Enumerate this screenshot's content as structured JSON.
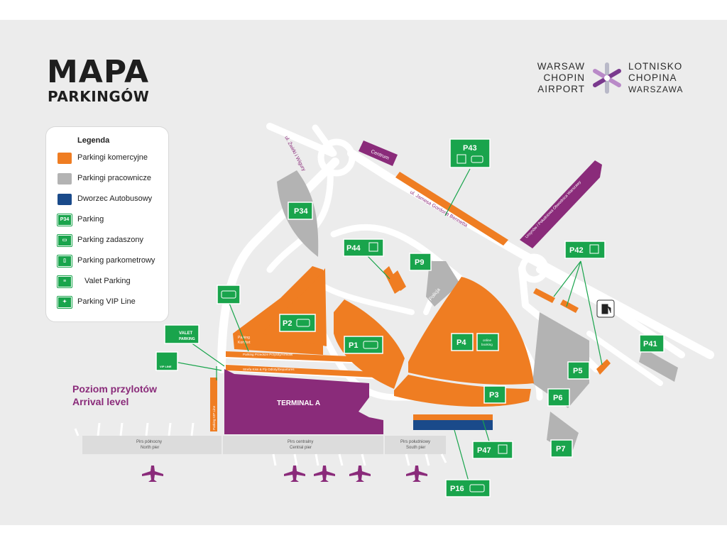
{
  "title": {
    "main": "MAPA",
    "sub": "PARKINGÓW"
  },
  "logo": {
    "en_line1": "WARSAW",
    "en_line2": "CHOPIN",
    "en_line3": "AIRPORT",
    "pl_line1": "LOTNISKO",
    "pl_line2": "CHOPINA",
    "pl_line3": "WARSZAWA"
  },
  "legend": {
    "title": "Legenda",
    "items": [
      {
        "label": "Parkingi komercyjne",
        "color": "#ef7d22"
      },
      {
        "label": "Parkingi pracownicze",
        "color": "#b3b3b3"
      },
      {
        "label": "Dworzec Autobusowy",
        "color": "#1a4a8a"
      },
      {
        "label": "Parking",
        "icon": "P34"
      },
      {
        "label": "Parking zadaszony",
        "icon": "covered-parking-icon"
      },
      {
        "label": "Parking parkometrowy",
        "icon": "parking-meter-icon"
      },
      {
        "label": "Valet Parking",
        "icon": "valet-parking-icon"
      },
      {
        "label": "Parking VIP Line",
        "icon": "vip-line-icon"
      }
    ]
  },
  "arrival": {
    "pl": "Poziom przylotów",
    "en": "Arrival level"
  },
  "roads": {
    "zwirki": "ul. Żwirki i Wigury",
    "bennetta": "ul. Jamesa Gordona Bennetta",
    "centrum": "Centrum",
    "ursynow": "Ursynów / Południowa Obwodnica Warszawy"
  },
  "zones": {
    "policja": "Policja",
    "terminal": "TERMINAL A",
    "komfort_1": "Parking",
    "komfort_2": "Komfort",
    "strefa_przylotow": "Parking Przedsze Przyloty/Arrivals",
    "strefa_kiss": "Strefa Kiss & Fly Odloty/Departures",
    "vip_strip": "Parking VIP Line",
    "online_1": "online",
    "online_2": "booking",
    "valet_sign_1": "VALET",
    "valet_sign_2": "PARKING",
    "vip_sign": "VIP LINE"
  },
  "piers": [
    {
      "pl": "Pirs północny",
      "en": "North pier"
    },
    {
      "pl": "Pirs centralny",
      "en": "Central pier"
    },
    {
      "pl": "Pirs południowy",
      "en": "South pier"
    }
  ],
  "parkings": {
    "p34": "P34",
    "p43": "P43",
    "p44": "P44",
    "p9": "P9",
    "p42": "P42",
    "p2": "P2",
    "p1": "P1",
    "p4": "P4",
    "p3": "P3",
    "p5": "P5",
    "p6": "P6",
    "p7": "P7",
    "p41": "P41",
    "p47": "P47",
    "p16": "P16"
  },
  "colors": {
    "commercial": "#ef7d22",
    "staff": "#b3b3b3",
    "bus": "#1a4a8a",
    "terminal": "#8a2b7a",
    "parking_label": "#19a44c",
    "road": "#ffffff"
  }
}
